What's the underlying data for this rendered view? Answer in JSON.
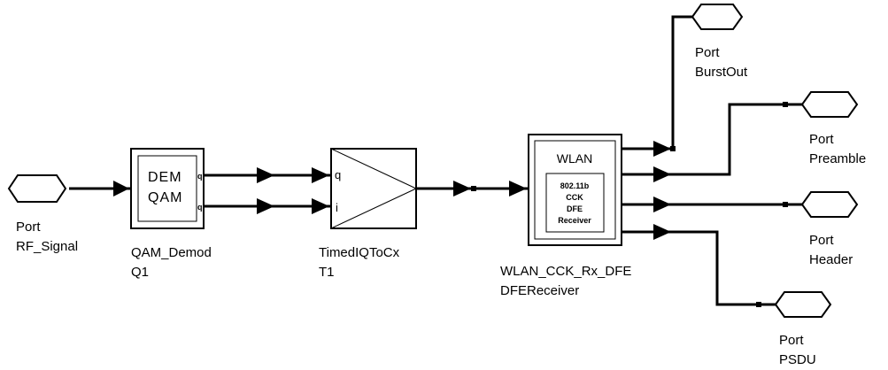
{
  "ports": {
    "rf_signal": {
      "line1": "Port",
      "line2": "RF_Signal"
    },
    "burstout": {
      "line1": "Port",
      "line2": "BurstOut"
    },
    "preamble": {
      "line1": "Port",
      "line2": "Preamble"
    },
    "header": {
      "line1": "Port",
      "line2": "Header"
    },
    "psdu": {
      "line1": "Port",
      "line2": "PSDU"
    }
  },
  "qam_demod": {
    "line_dem": "DEM",
    "line_qam": "QAM",
    "pin_q": "q",
    "pin_i": "q",
    "name": "QAM_Demod",
    "instance": "Q1"
  },
  "timed_iq": {
    "pin_q": "q",
    "pin_i": "i",
    "name": "TimedIQToCx",
    "instance": "T1"
  },
  "wlan_rx": {
    "header": "WLAN",
    "line1": "802.11b",
    "line2": "CCK",
    "line3": "DFE",
    "line4": "Receiver",
    "name": "WLAN_CCK_Rx_DFE",
    "instance": "DFEReceiver"
  }
}
